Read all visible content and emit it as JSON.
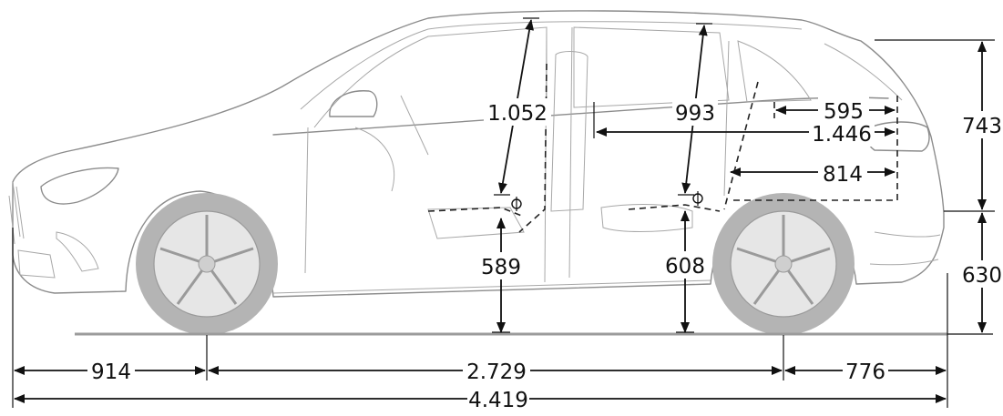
{
  "dimensions": {
    "front_headroom": "1.052",
    "rear_headroom": "993",
    "rear_overhang_top": "595",
    "interior_length": "1.446",
    "load_length": "814",
    "rear_height_upper": "743",
    "front_seat_height": "589",
    "rear_seat_height": "608",
    "rear_height_lower": "630",
    "front_overhang": "914",
    "wheelbase": "2.729",
    "rear_overhang": "776",
    "overall_length": "4.419"
  },
  "colors": {
    "body_line": "#8c8c8c",
    "tyre": "#b4b4b4",
    "dimension_line": "#111111",
    "background": "#ffffff"
  }
}
